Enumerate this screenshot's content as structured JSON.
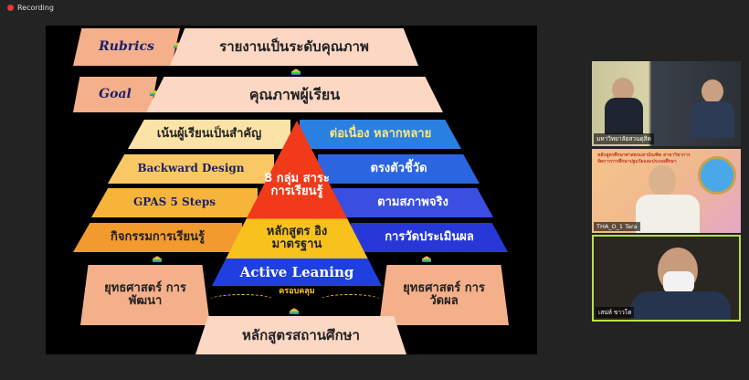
{
  "recording": {
    "label": "Recording"
  },
  "slide": {
    "rubrics": "Rubrics",
    "rubrics_text": "รายงานเป็นระดับคุณภาพ",
    "goal": "Goal",
    "goal_text": "คุณภาพผู้เรียน",
    "left_rows": [
      "เน้นผู้เรียนเป็นสำคัญ",
      "Backward Design",
      "GPAS 5 Steps",
      "กิจกรรมการเรียนรู้"
    ],
    "right_rows": [
      "ต่อเนื่อง หลากหลาย",
      "ตรงตัวชี้วัด",
      "ตามสภาพจริง",
      "การวัดประเมินผล"
    ],
    "pyramid_top": "8 กลุ่ม สาระ การเรียนรู้",
    "pyramid_mid": "หลักสูตร อิงมาตรฐาน",
    "pyramid_base": "Active Leaning",
    "cover": "ครอบคลุม",
    "strategy_left": "ยุทธศาสตร์ การพัฒนา",
    "strategy_right": "ยุทธศาสตร์ การวัดผล",
    "bottom": "หลักสูตรสถานศึกษา"
  },
  "participants": [
    {
      "name": "มหาวิทยาลัยสวนดุสิต"
    },
    {
      "name": "THA_O_1 Tara",
      "background_text": "หลักสูตรศึกษาศาสตรมหาบัณฑิต สาขาวิชาการจัดการการศึกษาปฐมวัยและประถมศึกษา"
    },
    {
      "name": "เสน่ห์ ขาวโต",
      "active": true
    }
  ]
}
